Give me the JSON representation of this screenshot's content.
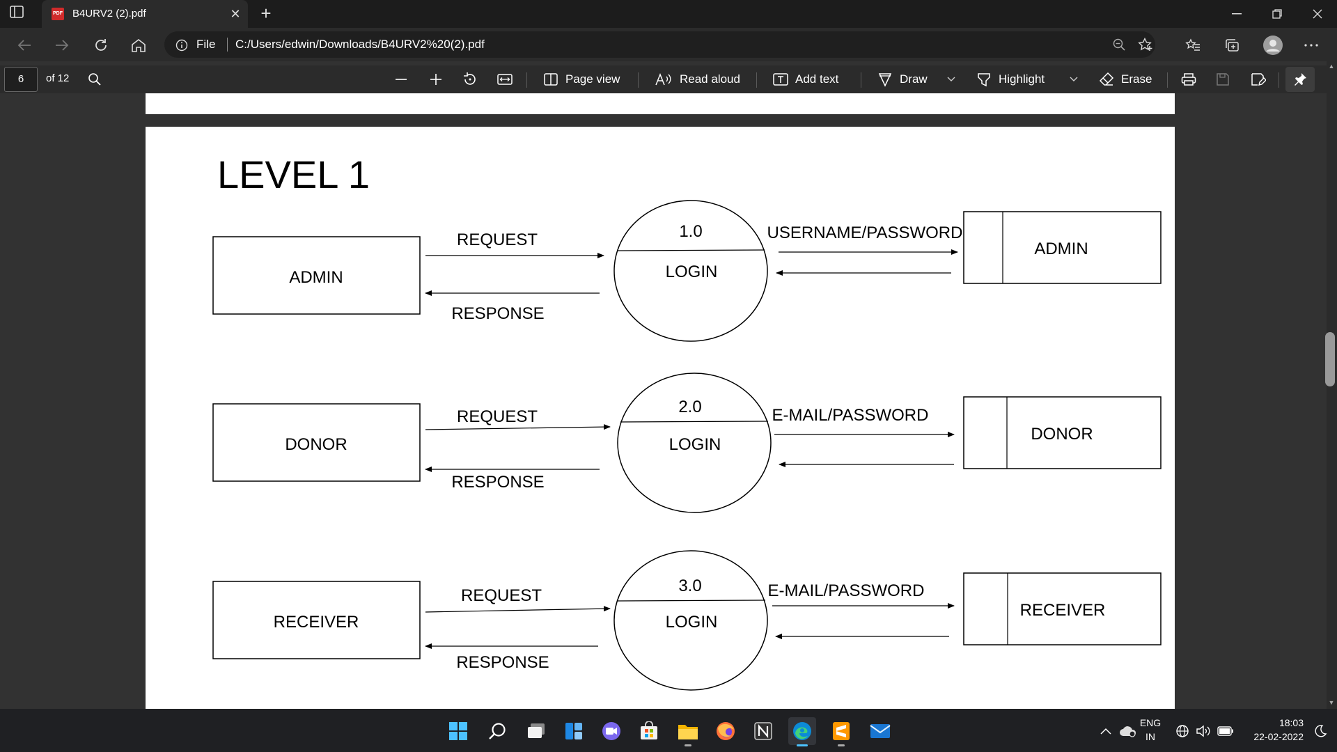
{
  "browser": {
    "tab_title": "B4URV2 (2).pdf",
    "file_label": "File",
    "url": "C:/Users/edwin/Downloads/B4URV2%20(2).pdf"
  },
  "pdf_toolbar": {
    "page_number": "6",
    "page_count": "of 12",
    "page_view": "Page view",
    "read_aloud": "Read aloud",
    "add_text": "Add text",
    "draw": "Draw",
    "highlight": "Highlight",
    "erase": "Erase"
  },
  "diagram": {
    "title": "LEVEL 1",
    "rows": [
      {
        "entity": "ADMIN",
        "process_id": "1.0",
        "process_name": "LOGIN",
        "request": "REQUEST",
        "response": "RESPONSE",
        "store_flow": "USERNAME/PASSWORD",
        "store": "ADMIN"
      },
      {
        "entity": "DONOR",
        "process_id": "2.0",
        "process_name": "LOGIN",
        "request": "REQUEST",
        "response": "RESPONSE",
        "store_flow": "E-MAIL/PASSWORD",
        "store": "DONOR"
      },
      {
        "entity": "RECEIVER",
        "process_id": "3.0",
        "process_name": "LOGIN",
        "request": "REQUEST",
        "response": "RESPONSE",
        "store_flow": "E-MAIL/PASSWORD",
        "store": "RECEIVER"
      }
    ]
  },
  "system_tray": {
    "language": "ENG",
    "region": "IN",
    "time": "18:03",
    "date": "22-02-2022"
  },
  "taskbar_apps": [
    "start",
    "search",
    "task-view",
    "widgets",
    "chat",
    "store",
    "file-explorer",
    "firefox",
    "notion",
    "edge",
    "sublime-text",
    "mail"
  ]
}
